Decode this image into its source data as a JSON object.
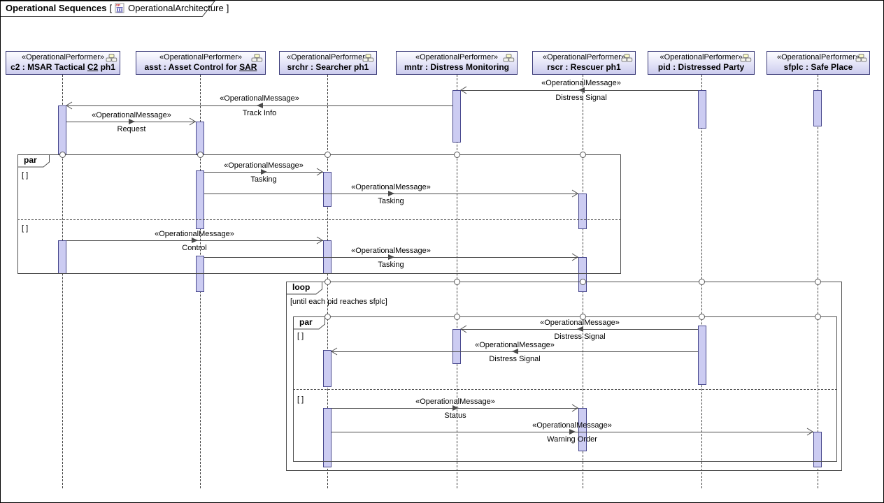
{
  "title": {
    "name": "Operational Sequences",
    "bracket_open": "[",
    "context": "OperationalArchitecture",
    "bracket_close": "]"
  },
  "lifelines": [
    {
      "id": "c2",
      "stereotype": "«OperationalPerformer»",
      "name_pre": "c2 : MSAR Tactical ",
      "name_underlined": "C2",
      "name_post": " ph1"
    },
    {
      "id": "asst",
      "stereotype": "«OperationalPerformer»",
      "name_pre": "asst : Asset Control for ",
      "name_underlined": "SAR",
      "name_post": ""
    },
    {
      "id": "srchr",
      "stereotype": "«OperationalPerformer»",
      "name_pre": "srchr : Searcher ph1",
      "name_underlined": "",
      "name_post": ""
    },
    {
      "id": "mntr",
      "stereotype": "«OperationalPerformer»",
      "name_pre": "mntr : Distress Monitoring",
      "name_underlined": "",
      "name_post": ""
    },
    {
      "id": "rscr",
      "stereotype": "«OperationalPerformer»",
      "name_pre": "rscr : Rescuer ph1",
      "name_underlined": "",
      "name_post": ""
    },
    {
      "id": "pid",
      "stereotype": "«OperationalPerformer»",
      "name_pre": "pid : Distressed Party",
      "name_underlined": "",
      "name_post": ""
    },
    {
      "id": "sfplc",
      "stereotype": "«OperationalPerformer»",
      "name_pre": "sfplc : Safe Place",
      "name_underlined": "",
      "name_post": ""
    }
  ],
  "fragments": {
    "par_outer": {
      "operator": "par",
      "guards": [
        "[ ]",
        "[ ]"
      ]
    },
    "loop": {
      "operator": "loop",
      "guard": "[until each pid reaches sfplc]"
    },
    "par_inner": {
      "operator": "par",
      "guards": [
        "[ ]",
        "[ ]"
      ]
    }
  },
  "messages": [
    {
      "stereotype": "«OperationalMessage»",
      "name": "Distress Signal",
      "from": "pid",
      "to": "mntr"
    },
    {
      "stereotype": "«OperationalMessage»",
      "name": "Track Info",
      "from": "mntr",
      "to": "c2"
    },
    {
      "stereotype": "«OperationalMessage»",
      "name": "Request",
      "from": "c2",
      "to": "asst"
    },
    {
      "stereotype": "«OperationalMessage»",
      "name": "Tasking",
      "from": "asst",
      "to": "srchr"
    },
    {
      "stereotype": "«OperationalMessage»",
      "name": "Tasking",
      "from": "asst",
      "to": "rscr"
    },
    {
      "stereotype": "«OperationalMessage»",
      "name": "Control",
      "from": "c2",
      "to": "srchr"
    },
    {
      "stereotype": "«OperationalMessage»",
      "name": "Tasking",
      "from": "asst",
      "to": "rscr"
    },
    {
      "stereotype": "«OperationalMessage»",
      "name": "Distress Signal",
      "from": "pid",
      "to": "mntr"
    },
    {
      "stereotype": "«OperationalMessage»",
      "name": "Distress Signal",
      "from": "pid",
      "to": "srchr"
    },
    {
      "stereotype": "«OperationalMessage»",
      "name": "Status",
      "from": "srchr",
      "to": "rscr"
    },
    {
      "stereotype": "«OperationalMessage»",
      "name": "Warning Order",
      "from": "srchr",
      "to": "sfplc"
    }
  ],
  "icons": {
    "header_icon": "performer-icon",
    "title_icon": "operational-architecture-diagram-icon"
  },
  "colors": {
    "activation_fill": "#ccccf2",
    "activation_border": "#46468c",
    "head_border": "#3a3a78",
    "head_fill": "#ccccee",
    "line": "#4a4a4a",
    "text": "#000000"
  }
}
